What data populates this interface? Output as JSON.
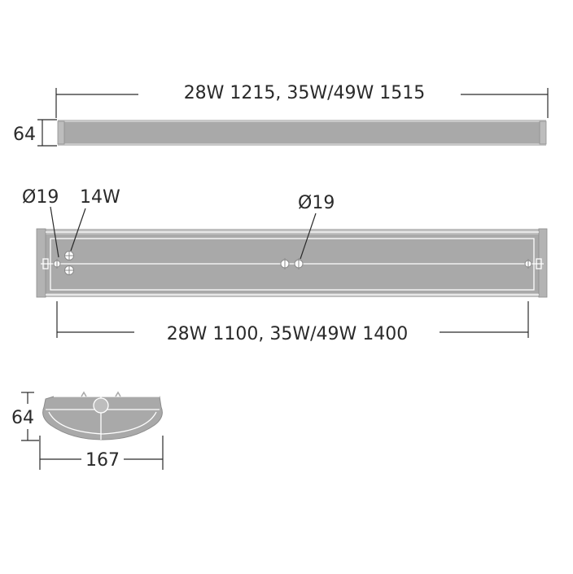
{
  "labels": {
    "top_length": "28W 1215, 35W/49W 1515",
    "top_height": "64",
    "dia_left": "Ø19",
    "lamp_14w": "14W",
    "dia_right": "Ø19",
    "mount_length": "28W 1100, 35W/49W 1400",
    "section_height": "64",
    "section_width": "167"
  },
  "colors": {
    "body": "#a9a9a9",
    "line": "#2a2a2a",
    "background": "#ffffff"
  }
}
